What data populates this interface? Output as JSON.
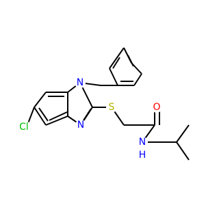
{
  "molecule": {
    "atoms": {
      "N1": {
        "label": "N",
        "color": "#0000ff"
      },
      "N3": {
        "label": "N",
        "color": "#0000ff"
      },
      "S": {
        "label": "S",
        "color": "#b2b200"
      },
      "O": {
        "label": "O",
        "color": "#ff0000"
      },
      "NH": {
        "label": "N",
        "color": "#0000ff"
      },
      "H": {
        "label": "H",
        "color": "#0000ff"
      },
      "Cl": {
        "label": "Cl",
        "color": "#00bf00"
      }
    }
  }
}
